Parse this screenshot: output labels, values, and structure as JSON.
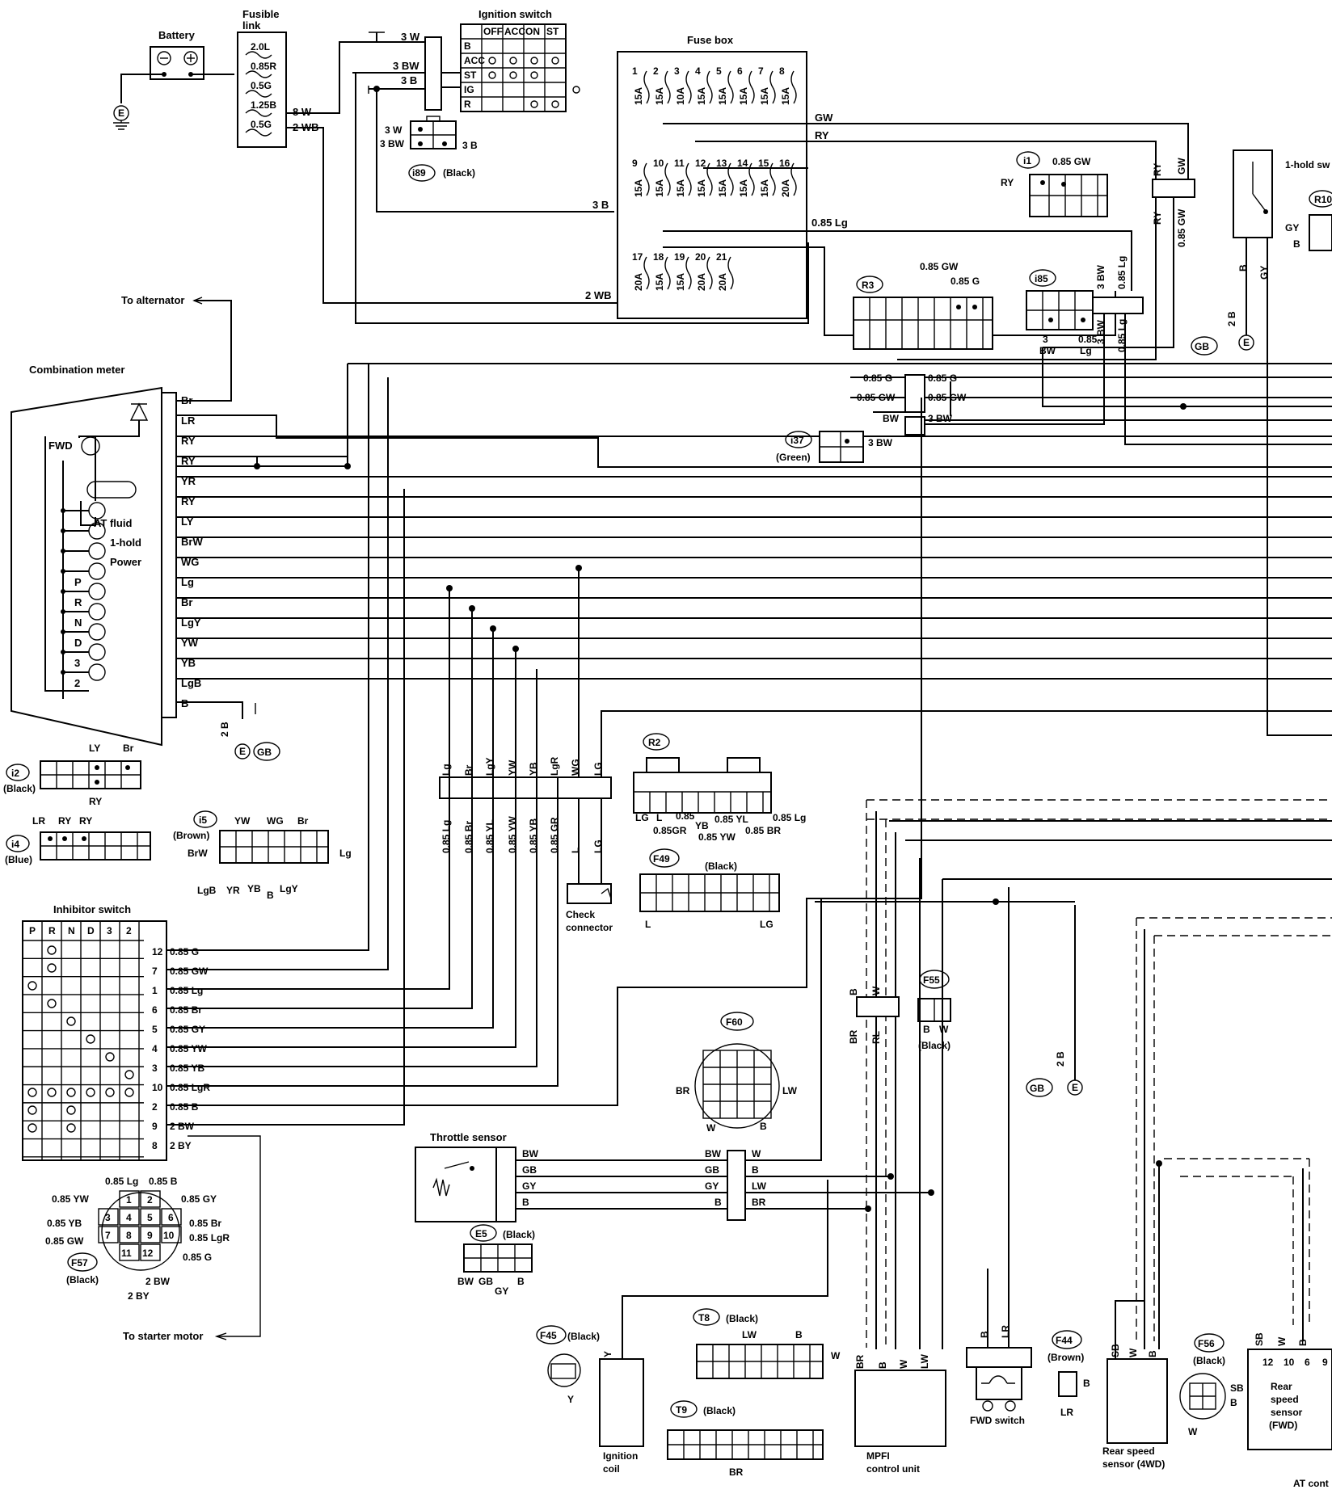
{
  "components": {
    "battery": "Battery",
    "fusible_link": "Fusible\nlink",
    "ignition_switch": "Ignition switch",
    "fuse_box": "Fuse box",
    "combination_meter": "Combination meter",
    "to_alternator": "To alternator",
    "to_starter_motor": "To starter motor",
    "inhibitor_switch": "Inhibitor switch",
    "throttle_sensor": "Throttle sensor",
    "check_connector": "Check\nconnector",
    "ignition_coil": "Ignition\ncoil",
    "mpfi_control_unit": "MPFI\ncontrol unit",
    "fwd_switch": "FWD switch",
    "rear_speed_sensor_4wd": "Rear speed\nsensor (4WD)",
    "rear_speed_sensor_fwd": "Rear\nspeed\nsensor\n(FWD)",
    "at_control": "AT cont",
    "one_hold_switch": "1-hold sw"
  },
  "fusible_link_ratings": [
    "2.0L",
    "0.85R",
    "0.5G",
    "1.25B",
    "0.5G"
  ],
  "ignition_switch_table": {
    "columns": [
      "OFF",
      "ACC",
      "ON",
      "ST"
    ],
    "rows": [
      "B",
      "ACC",
      "ST",
      "IG",
      "R"
    ]
  },
  "fuses": [
    {
      "n": "1",
      "a": "15A"
    },
    {
      "n": "2",
      "a": "15A"
    },
    {
      "n": "3",
      "a": "10A"
    },
    {
      "n": "4",
      "a": "15A"
    },
    {
      "n": "5",
      "a": "15A"
    },
    {
      "n": "6",
      "a": "15A"
    },
    {
      "n": "7",
      "a": "15A"
    },
    {
      "n": "8",
      "a": "15A"
    },
    {
      "n": "9",
      "a": "15A"
    },
    {
      "n": "10",
      "a": "15A"
    },
    {
      "n": "11",
      "a": "15A"
    },
    {
      "n": "12",
      "a": "15A"
    },
    {
      "n": "13",
      "a": "15A"
    },
    {
      "n": "14",
      "a": "15A"
    },
    {
      "n": "15",
      "a": "15A"
    },
    {
      "n": "16",
      "a": "20A"
    },
    {
      "n": "17",
      "a": "20A"
    },
    {
      "n": "18",
      "a": "15A"
    },
    {
      "n": "19",
      "a": "15A"
    },
    {
      "n": "20",
      "a": "20A"
    },
    {
      "n": "21",
      "a": "20A"
    }
  ],
  "meter_indicators": [
    "FWD",
    "AT fluid",
    "1-hold",
    "Power",
    "P",
    "R",
    "N",
    "D",
    "3",
    "2"
  ],
  "meter_pins": [
    "Br",
    "LR",
    "RY",
    "RY",
    "YR",
    "RY",
    "LY",
    "BrW",
    "WG",
    "Lg",
    "Br",
    "LgY",
    "YW",
    "YB",
    "LgB",
    "B"
  ],
  "wire_labels": {
    "w3w": "3 W",
    "w3bw": "3 BW",
    "w3b": "3 B",
    "w8w": "8 W",
    "w2wb": "2 WB",
    "gw": "GW",
    "ry": "RY",
    "b3": "3 B",
    "lg085": "0.85 Lg",
    "wb2": "2 WB",
    "g085": "0.85 G",
    "gw085": "0.85 GW",
    "bw": "BW",
    "bw3": "3 BW",
    "b2": "2 B",
    "gy": "GY",
    "b": "B",
    "w": "W",
    "l": "L",
    "lgw": "LG",
    "br": "BR",
    "rl": "RL",
    "lr": "LR",
    "sb": "SB",
    "lw": "LW",
    "y": "Y"
  },
  "connectors": {
    "i89": {
      "id": "i89",
      "color": "(Black)"
    },
    "i1": {
      "id": "i1"
    },
    "r3": {
      "id": "R3"
    },
    "i85": {
      "id": "i85"
    },
    "i37": {
      "id": "i37",
      "color": "(Green)"
    },
    "i2": {
      "id": "i2",
      "color": "(Black)"
    },
    "i4": {
      "id": "i4",
      "color": "(Blue)"
    },
    "i5": {
      "id": "i5",
      "color": "(Brown)"
    },
    "r2": {
      "id": "R2"
    },
    "f49": {
      "id": "F49",
      "color": "(Black)"
    },
    "f55": {
      "id": "F55",
      "color": "(Black)"
    },
    "f60": {
      "id": "F60"
    },
    "e5": {
      "id": "E5",
      "color": "(Black)"
    },
    "f57": {
      "id": "F57",
      "color": "(Black)"
    },
    "f45": {
      "id": "F45",
      "color": "(Black)"
    },
    "t8": {
      "id": "T8",
      "color": "(Black)"
    },
    "t9": {
      "id": "T9",
      "color": "(Black)"
    },
    "f44": {
      "id": "F44",
      "color": "(Brown)"
    },
    "f56": {
      "id": "F56",
      "color": "(Black)"
    },
    "r10": {
      "id": "R10"
    },
    "gb": {
      "id": "GB"
    },
    "e": {
      "id": "E"
    }
  },
  "vertical_bundle": [
    "Lg",
    "Br",
    "LgY",
    "YW",
    "YB",
    "LgR",
    "WG",
    "LG"
  ],
  "vertical_bundle_lower": [
    "0.85 Lg",
    "0.85 Br",
    "0.85 YL",
    "0.85 YW",
    "0.85 YB",
    "0.85 GR",
    "L",
    "LG"
  ],
  "inhibitor": {
    "columns": [
      "P",
      "R",
      "N",
      "D",
      "3",
      "2"
    ],
    "pins": [
      {
        "pin": "12",
        "wire": "0.85 G"
      },
      {
        "pin": "7",
        "wire": "0.85 GW"
      },
      {
        "pin": "1",
        "wire": "0.85 Lg"
      },
      {
        "pin": "6",
        "wire": "0.85 Br"
      },
      {
        "pin": "5",
        "wire": "0.85 GY"
      },
      {
        "pin": "4",
        "wire": "0.85 YW"
      },
      {
        "pin": "3",
        "wire": "0.85 YB"
      },
      {
        "pin": "10",
        "wire": "0.85 LgR"
      },
      {
        "pin": "2",
        "wire": "0.85 B"
      },
      {
        "pin": "9",
        "wire": "2 BW"
      },
      {
        "pin": "8",
        "wire": "2 BY"
      }
    ]
  },
  "f57_labels": [
    "0.85 Lg",
    "0.85 B",
    "0.85 YW",
    "0.85 GY",
    "0.85 YB",
    "0.85 Br",
    "0.85 GW",
    "0.85 LgR",
    "0.85 G",
    "2 BW",
    "2 BY"
  ],
  "f57_pins": [
    "1",
    "2",
    "3",
    "4",
    "5",
    "6",
    "7",
    "8",
    "9",
    "10",
    "11",
    "12"
  ],
  "r2_labels": [
    "LG",
    "L",
    "0.85",
    "0.85GR",
    "YB",
    "0.85 YW",
    "0.85 YL",
    "0.85 BR",
    "0.85 Lg"
  ],
  "throttle_pins": [
    "BW",
    "GB",
    "GY",
    "B"
  ],
  "throttle_out": [
    "BW",
    "GB",
    "GY",
    "B",
    "W",
    "B",
    "LW",
    "BR"
  ],
  "e5_pins": [
    "BW",
    "GB",
    "GY",
    "B"
  ],
  "rear_sensor_pins": [
    "12",
    "10",
    "6",
    "9"
  ],
  "i37_wire": "3 BW",
  "i1_wires": [
    "RY",
    "0.85 GW"
  ],
  "r3_wires": [
    "0.85 GW",
    "0.85 G"
  ],
  "i85_wires": [
    "3 BW",
    "0.85 Lg"
  ],
  "i2_wires": [
    "LY",
    "Br",
    "RY"
  ],
  "i4_wires": [
    "LR",
    "RY",
    "RY"
  ],
  "i5_wires": [
    "YW",
    "WG",
    "Br",
    "BrW",
    "Lg",
    "LgB",
    "YR",
    "YB",
    "B",
    "LgY"
  ],
  "f60_wires": [
    "BR",
    "LW",
    "W",
    "B"
  ],
  "f44_wires": [
    "B",
    "LR"
  ],
  "f56_wires": [
    "SB",
    "B",
    "W"
  ],
  "f55_wires": [
    "B",
    "W"
  ],
  "t8_wires": [
    "LW",
    "B",
    "W"
  ],
  "t9_wires": [
    "BR"
  ],
  "f49_wires": [
    "L",
    "LG"
  ],
  "r10_wires": [
    "GY",
    "B"
  ]
}
